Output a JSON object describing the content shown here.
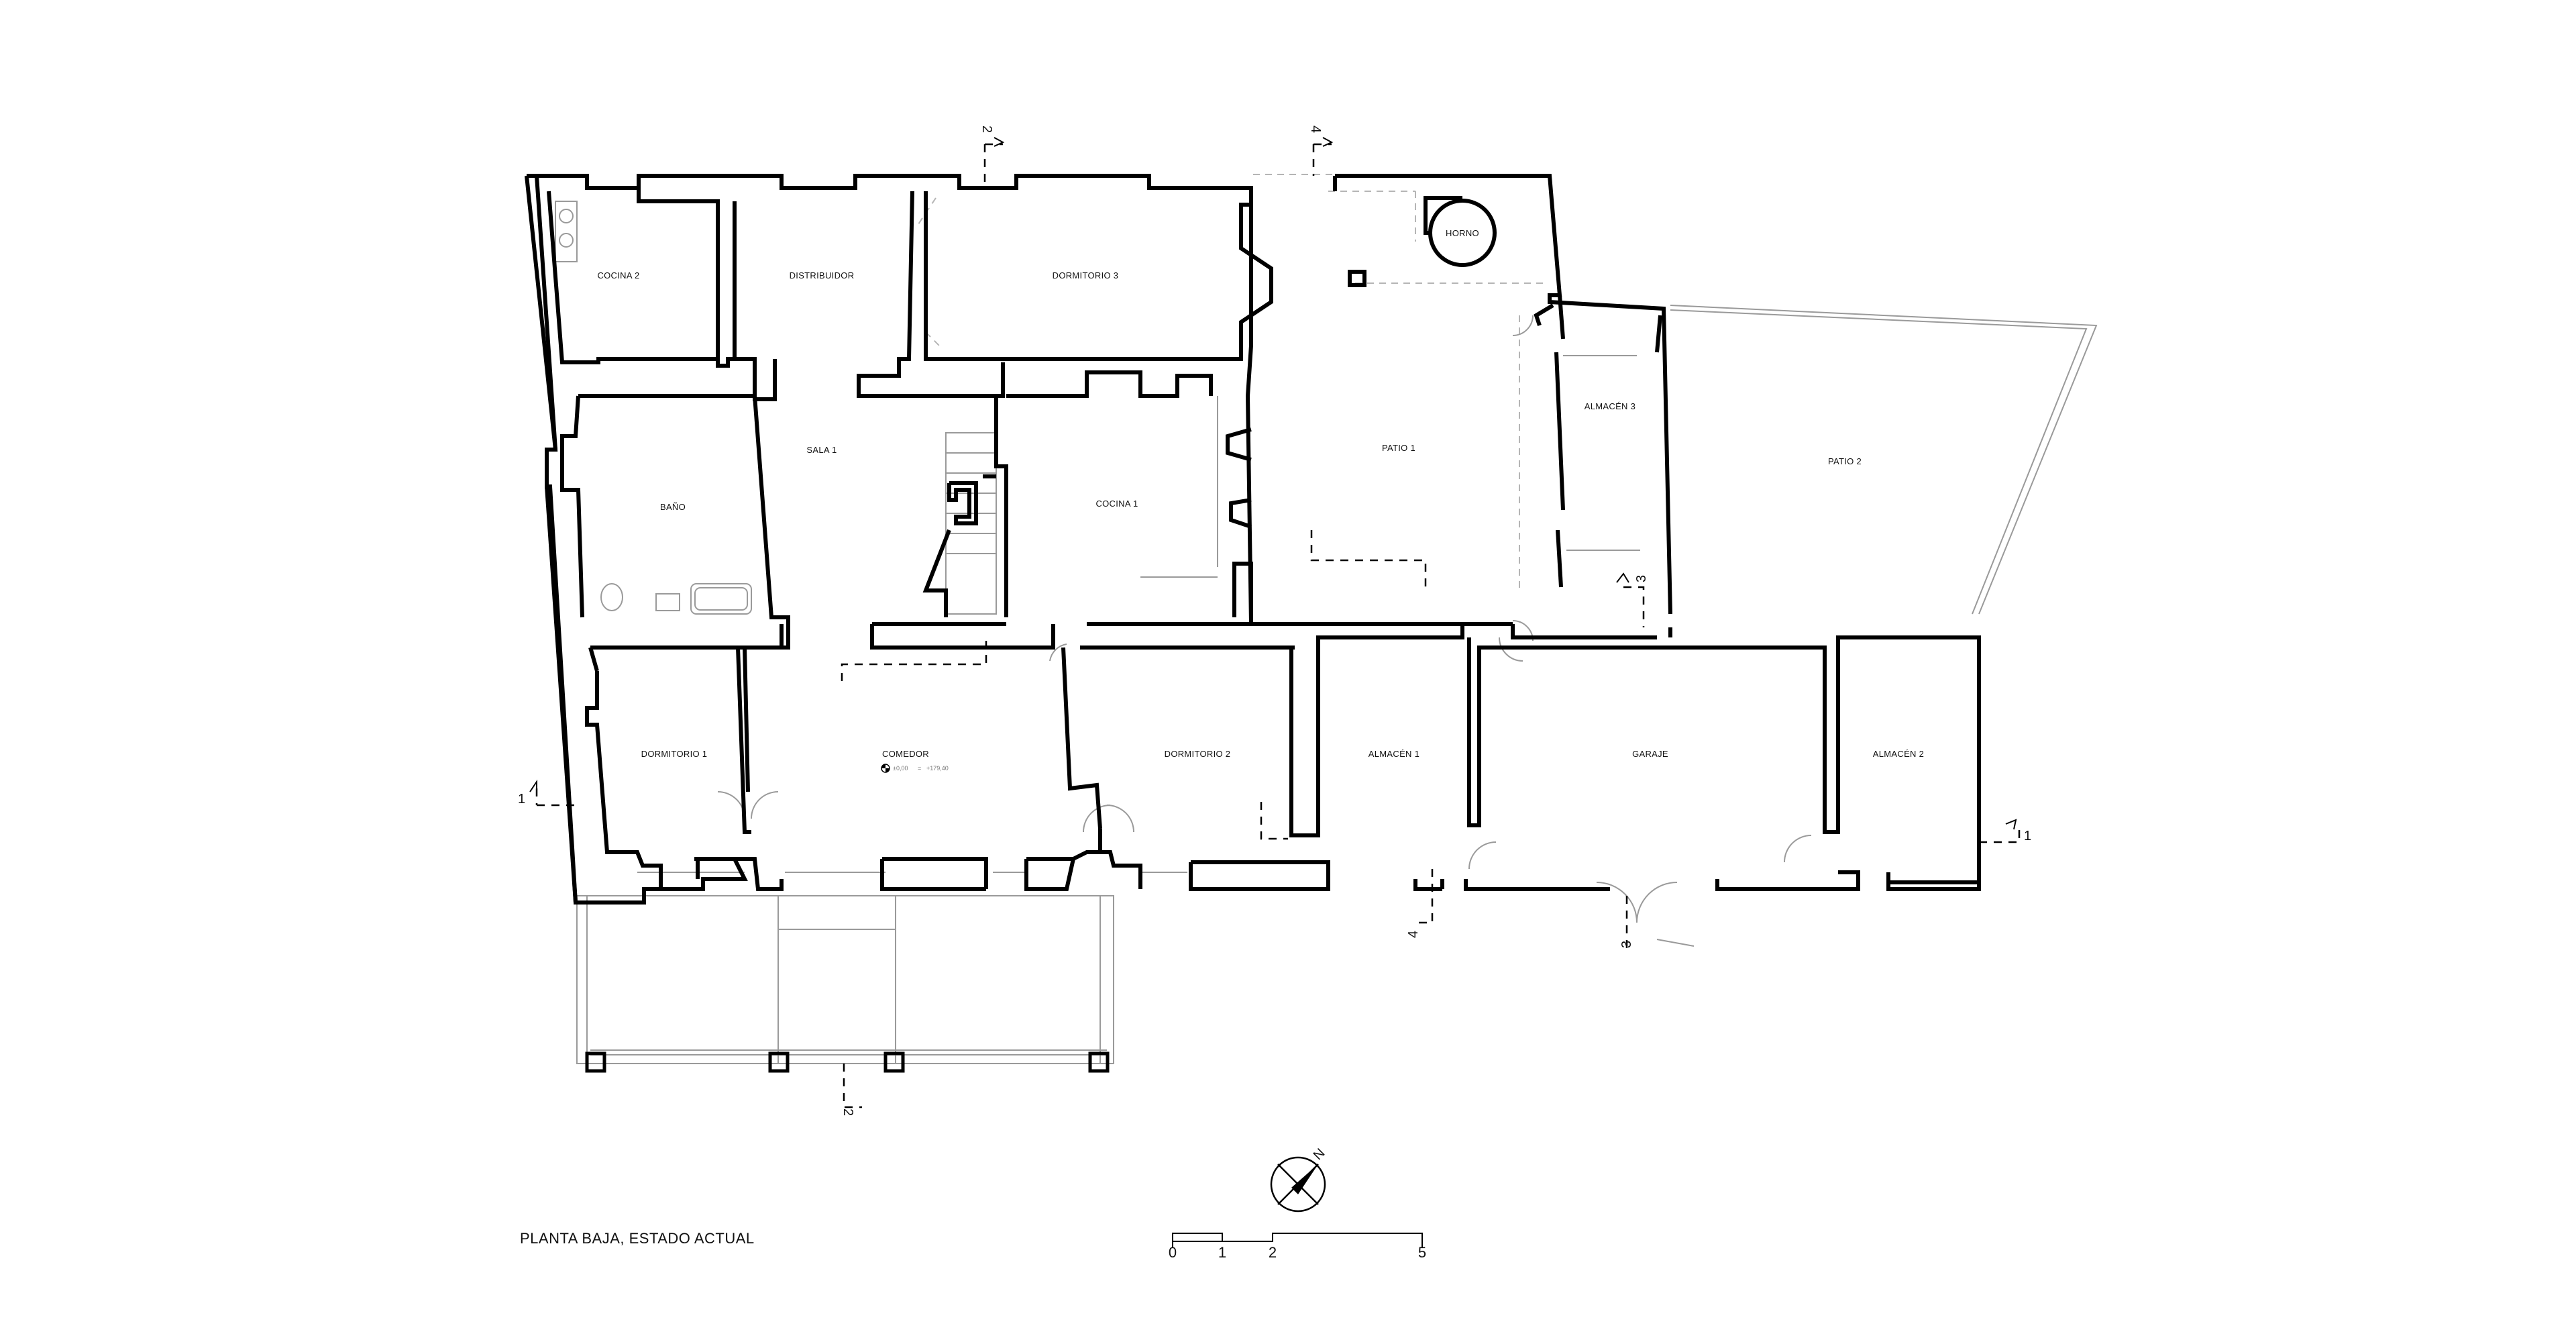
{
  "title": "PLANTA BAJA, ESTADO ACTUAL",
  "rooms": {
    "cocina2": "COCINA 2",
    "distribuidor": "DISTRIBUIDOR",
    "dormitorio3": "DORMITORIO 3",
    "horno": "HORNO",
    "sala1": "SALA 1",
    "bano": "BAÑO",
    "cocina1": "COCINA 1",
    "patio1": "PATIO 1",
    "almacen3": "ALMACÉN 3",
    "patio2": "PATIO 2",
    "dormitorio1": "DORMITORIO 1",
    "comedor": "COMEDOR",
    "dormitorio2": "DORMITORIO 2",
    "almacen1": "ALMACÉN 1",
    "garaje": "GARAJE",
    "almacen2": "ALMACÉN 2"
  },
  "level_mark": {
    "relative": "±0,00",
    "equals": "=",
    "absolute": "+179,40"
  },
  "section_marks": {
    "s1_left": "1",
    "s1_right": "1",
    "s2_top": "2",
    "s2_bottom": "2",
    "s3_top": "3",
    "s3_bottom": "3",
    "s4_top": "4",
    "s4_bottom": "4"
  },
  "north": "N",
  "scale_bar": {
    "labels": [
      "0",
      "1",
      "2",
      "5"
    ]
  },
  "colors": {
    "walls": "#000000",
    "secondary_lines": "#9a9a9a",
    "background": "#ffffff"
  }
}
